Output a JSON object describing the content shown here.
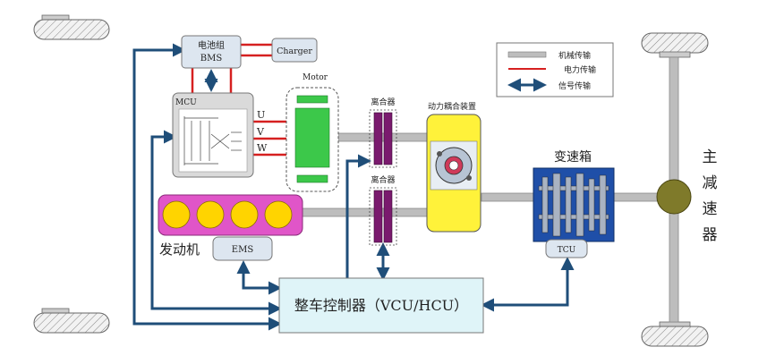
{
  "labels": {
    "battery_line1": "电池组",
    "battery_line2": "BMS",
    "charger": "Charger",
    "mcu": "MCU",
    "motor": "Motor",
    "phase_u": "U",
    "phase_v": "V",
    "phase_w": "W",
    "clutch_top": "离合器",
    "clutch_bottom": "离合器",
    "coupling": "动力耦合装置",
    "gearbox": "变速箱",
    "final_drive": [
      "主",
      "减",
      "速",
      "器"
    ],
    "engine": "发动机",
    "ems": "EMS",
    "tcu": "TCU",
    "vcu": "整车控制器（VCU/HCU）"
  },
  "legend": {
    "items": [
      {
        "label": "机械传输",
        "kind": "mechanical"
      },
      {
        "label": "电力传输",
        "kind": "electrical"
      },
      {
        "label": "信号传输",
        "kind": "signal"
      }
    ]
  },
  "colors": {
    "signal": "#1f4e79",
    "power": "#d62020",
    "shaft": "#bdbdbd",
    "motor_green": "#3cc84a",
    "engine_magenta": "#e055c8",
    "cylinder_yellow": "#ffd400",
    "coupling_yellow": "#fff23a",
    "clutch_purple": "#7a1a6e",
    "vcu_fill": "#dff4f8",
    "box_fill": "#dde6f0",
    "gearbox_blue": "#1f4fa8",
    "final_drive": "#7f7a2a"
  }
}
